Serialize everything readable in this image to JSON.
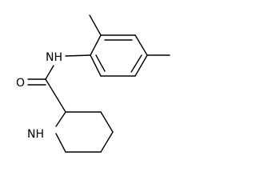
{
  "molecule": {
    "atoms": {
      "amide_nh": "NH",
      "carbonyl_o": "O",
      "ring_nh": "NH"
    }
  }
}
